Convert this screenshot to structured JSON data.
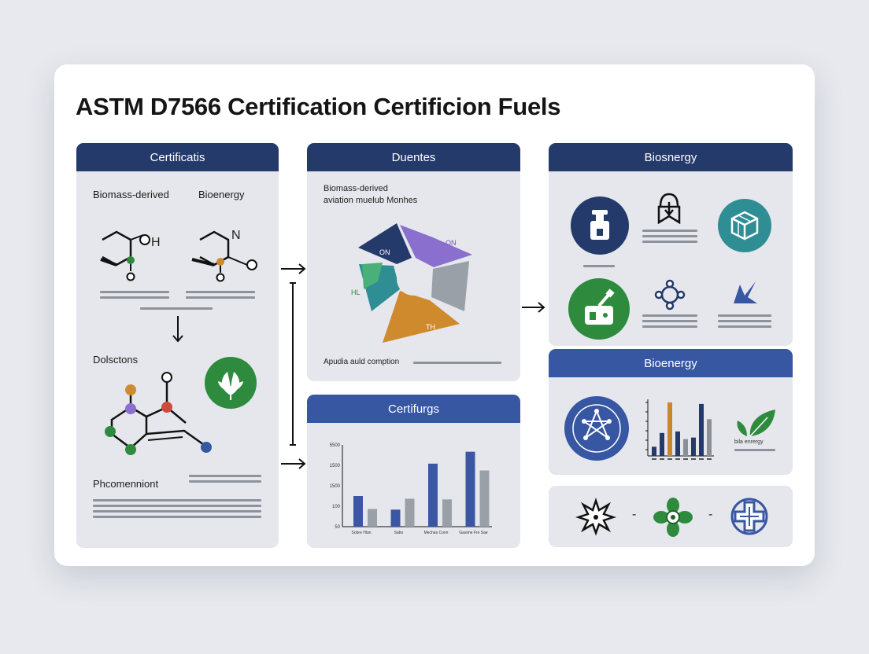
{
  "title": "ASTM D7566 Certification Certificion Fuels",
  "panel_left": {
    "header": "Certificatis",
    "label_a": "Biomass-derived",
    "label_b": "Bioenergy",
    "label_c": "Dolsctons",
    "label_d": "Phcomenniont",
    "mol_a_atom": "H",
    "mol_b_atom": "N"
  },
  "panel_center_top": {
    "header": "Duentes",
    "subtitle_line1": "Biomass-derived",
    "subtitle_line2": "aviation muelub Monhes",
    "caption": "Apudia auld comption",
    "slice_labels": [
      "ON",
      "ON",
      "HL",
      "TH"
    ]
  },
  "panel_center_bottom": {
    "header": "Certifurgs",
    "chart_data": {
      "type": "bar",
      "categories": [
        "Sobre Hlan",
        "Sabo",
        "Mechas Conn",
        "Gasime Fre Sae"
      ],
      "series": [
        {
          "values": [
            90,
            50,
            185,
            220
          ]
        },
        {
          "values": [
            52,
            82,
            80,
            165
          ]
        }
      ],
      "ytick_labels": [
        "5500",
        "1500",
        "1500",
        "100",
        "50"
      ],
      "colors": [
        "#3b57a4",
        "#9aa0a8"
      ],
      "legend": "none",
      "grid": false
    }
  },
  "panel_right_top": {
    "header": "Biosnergy"
  },
  "panel_right_mid": {
    "header": "Bioenergy",
    "caption": "bila enrergy",
    "chart_data": {
      "type": "bar",
      "categories": [
        "",
        "",
        "",
        "",
        "",
        "",
        "",
        ""
      ],
      "values": [
        12,
        30,
        70,
        32,
        22,
        24,
        68,
        48
      ],
      "colors": [
        "#233a6b",
        "#c9862f",
        "#233a6b",
        "#8a8f98"
      ],
      "legend": "none",
      "grid": false
    }
  },
  "bottom_strip": {
    "separator": "-"
  },
  "colors": {
    "navy": "#233a6b",
    "blue": "#3757a3",
    "green": "#2e8b3e",
    "teal": "#2e8e94",
    "orange": "#cf8a2e",
    "purple": "#8a6fcf",
    "gray": "#9aa0a8"
  },
  "icons": {
    "left": [
      "molecule-icon",
      "molecule-icon",
      "arrow-down-icon",
      "molecule-icon",
      "leaf-icon"
    ],
    "right_top": [
      "lab-bottle-icon",
      "shield-bookmark-icon",
      "cube-icon",
      "lab-equipment-icon",
      "network-icon",
      "star-shape-icon"
    ],
    "right_mid": [
      "star-network-icon",
      "leaf-icon"
    ],
    "bottom": [
      "burst-icon",
      "flower-icon",
      "cross-icon"
    ]
  }
}
